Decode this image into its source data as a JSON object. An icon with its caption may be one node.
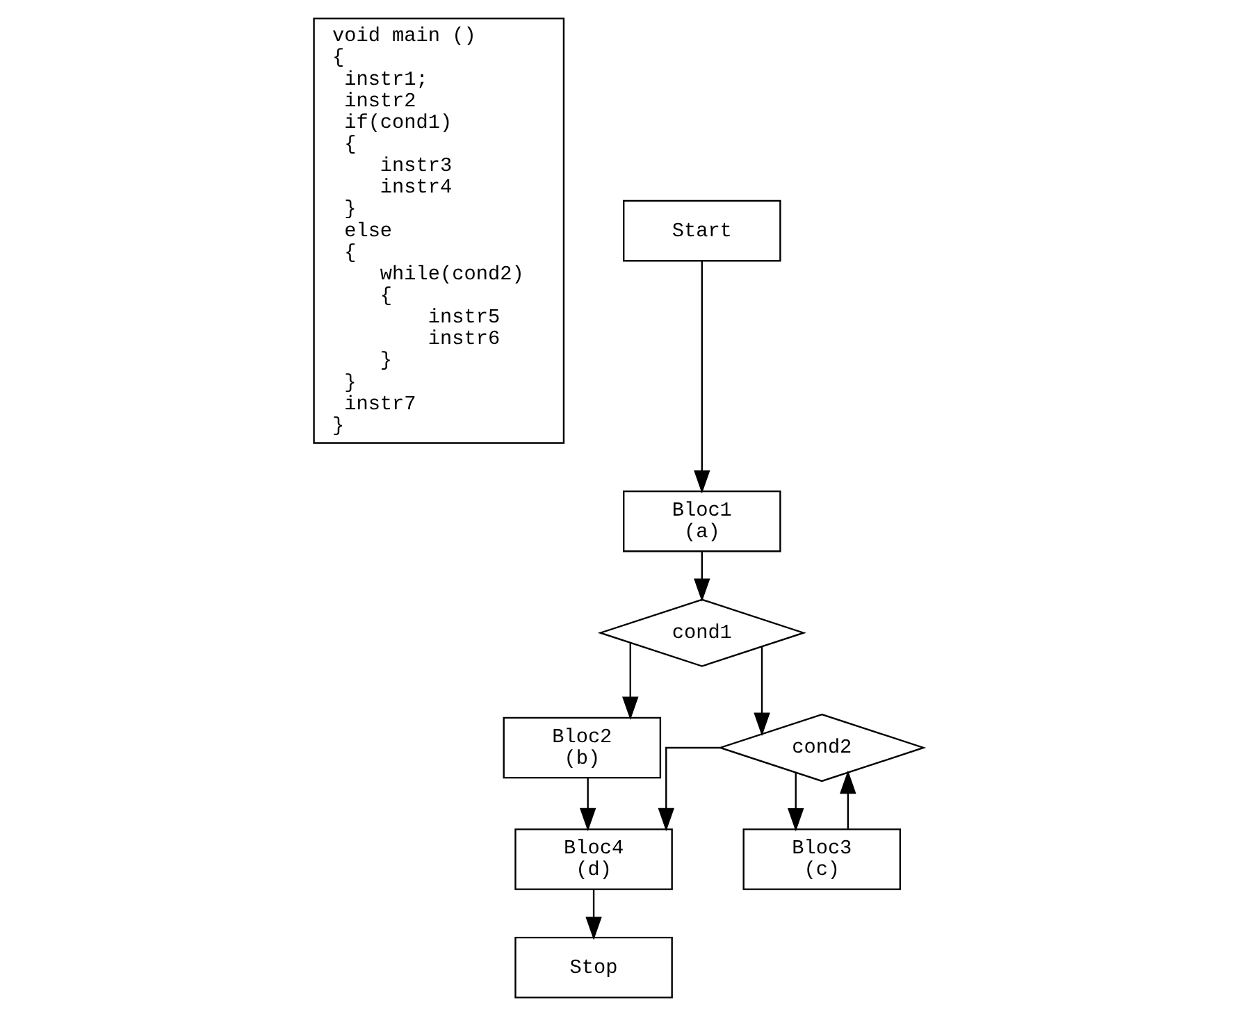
{
  "diagram": {
    "nodes": [
      {
        "text": [
          "void main ()",
          "{",
          "  instr1;",
          "  instr2",
          "  if(cond1)",
          "  {",
          "     instr3",
          "     instr4",
          "  }",
          "  else",
          "  {",
          "     while(cond2)",
          "     {",
          "         instr5",
          "         instr6",
          "     }",
          "  }",
          "  instr7",
          "}"
        ]
      },
      {
        "text": [
          "Start"
        ]
      },
      {
        "text": [
          "Bloc1",
          "(a)"
        ]
      },
      {
        "text": [
          "cond1"
        ]
      },
      {
        "text": [
          "Bloc2",
          "(b)"
        ]
      },
      {
        "text": [
          "cond2"
        ]
      },
      {
        "text": [
          "Bloc3",
          "(c)"
        ]
      },
      {
        "text": [
          "Bloc4",
          "(d)"
        ]
      },
      {
        "text": [
          "Stop"
        ]
      }
    ],
    "edges": [
      {
        "from": 1,
        "to": 2,
        "arrow": "to"
      },
      {
        "from": 2,
        "to": 3,
        "arrow": "to"
      },
      {
        "from": 3,
        "to": 4,
        "arrow": "to"
      },
      {
        "from": 3,
        "to": 5,
        "arrow": "to"
      },
      {
        "from": 5,
        "to": 6,
        "arrow": "to"
      },
      {
        "from": 6,
        "to": 5,
        "arrow": "to"
      },
      {
        "from": 5,
        "to": 7,
        "arrow": "to"
      },
      {
        "from": 4,
        "to": 7,
        "arrow": "to"
      },
      {
        "from": 7,
        "to": 8,
        "arrow": "to"
      }
    ]
  }
}
